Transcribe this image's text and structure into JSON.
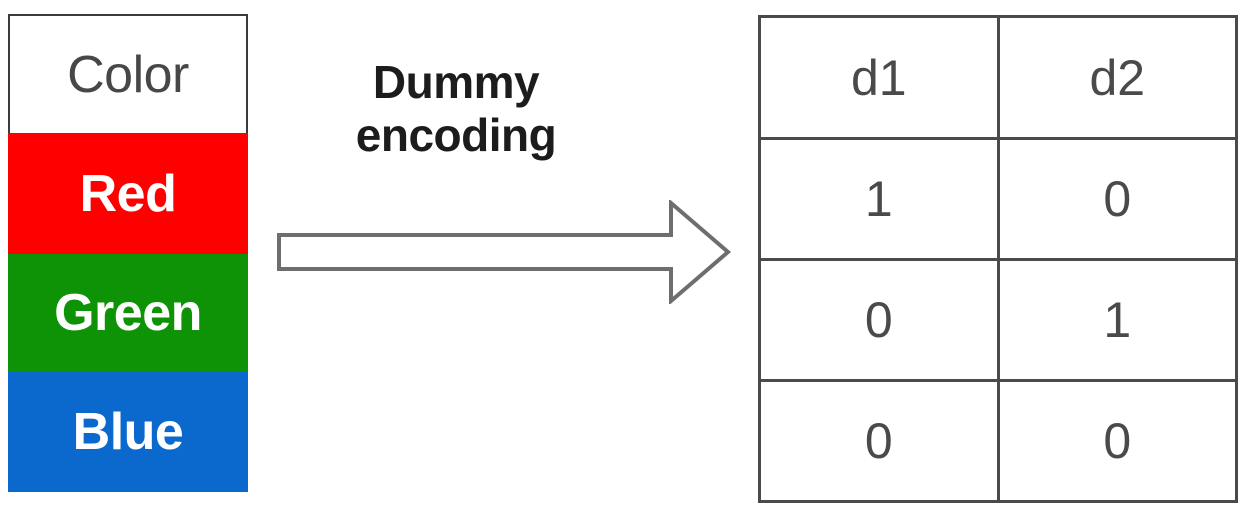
{
  "source_table": {
    "name": "color-category-table",
    "header": {
      "label": "Color",
      "text_color": "#474747",
      "background": "#FFFFFF"
    },
    "rows": [
      {
        "label": "Red",
        "background": "#FF0000",
        "text_color": "#FFFFFF"
      },
      {
        "label": "Green",
        "background": "#0E9206",
        "text_color": "#FFFFFF"
      },
      {
        "label": "Blue",
        "background": "#0B68CC",
        "text_color": "#FFFFFF"
      }
    ]
  },
  "arrow": {
    "icon": "right-arrow-icon",
    "caption_lines": [
      "Dummy",
      "encoding"
    ],
    "caption_line1": "Dummy",
    "caption_line2": "encoding",
    "stroke_color": "#6E6E6E",
    "fill_color": "#FFFFFF"
  },
  "encoded_table": {
    "name": "dummy-encoded-table",
    "columns": [
      "d1",
      "d2"
    ],
    "rows": [
      [
        "1",
        "0"
      ],
      [
        "0",
        "1"
      ],
      [
        "0",
        "0"
      ]
    ],
    "border_color": "#4A4A4A",
    "text_color": "#4A4A4A"
  }
}
